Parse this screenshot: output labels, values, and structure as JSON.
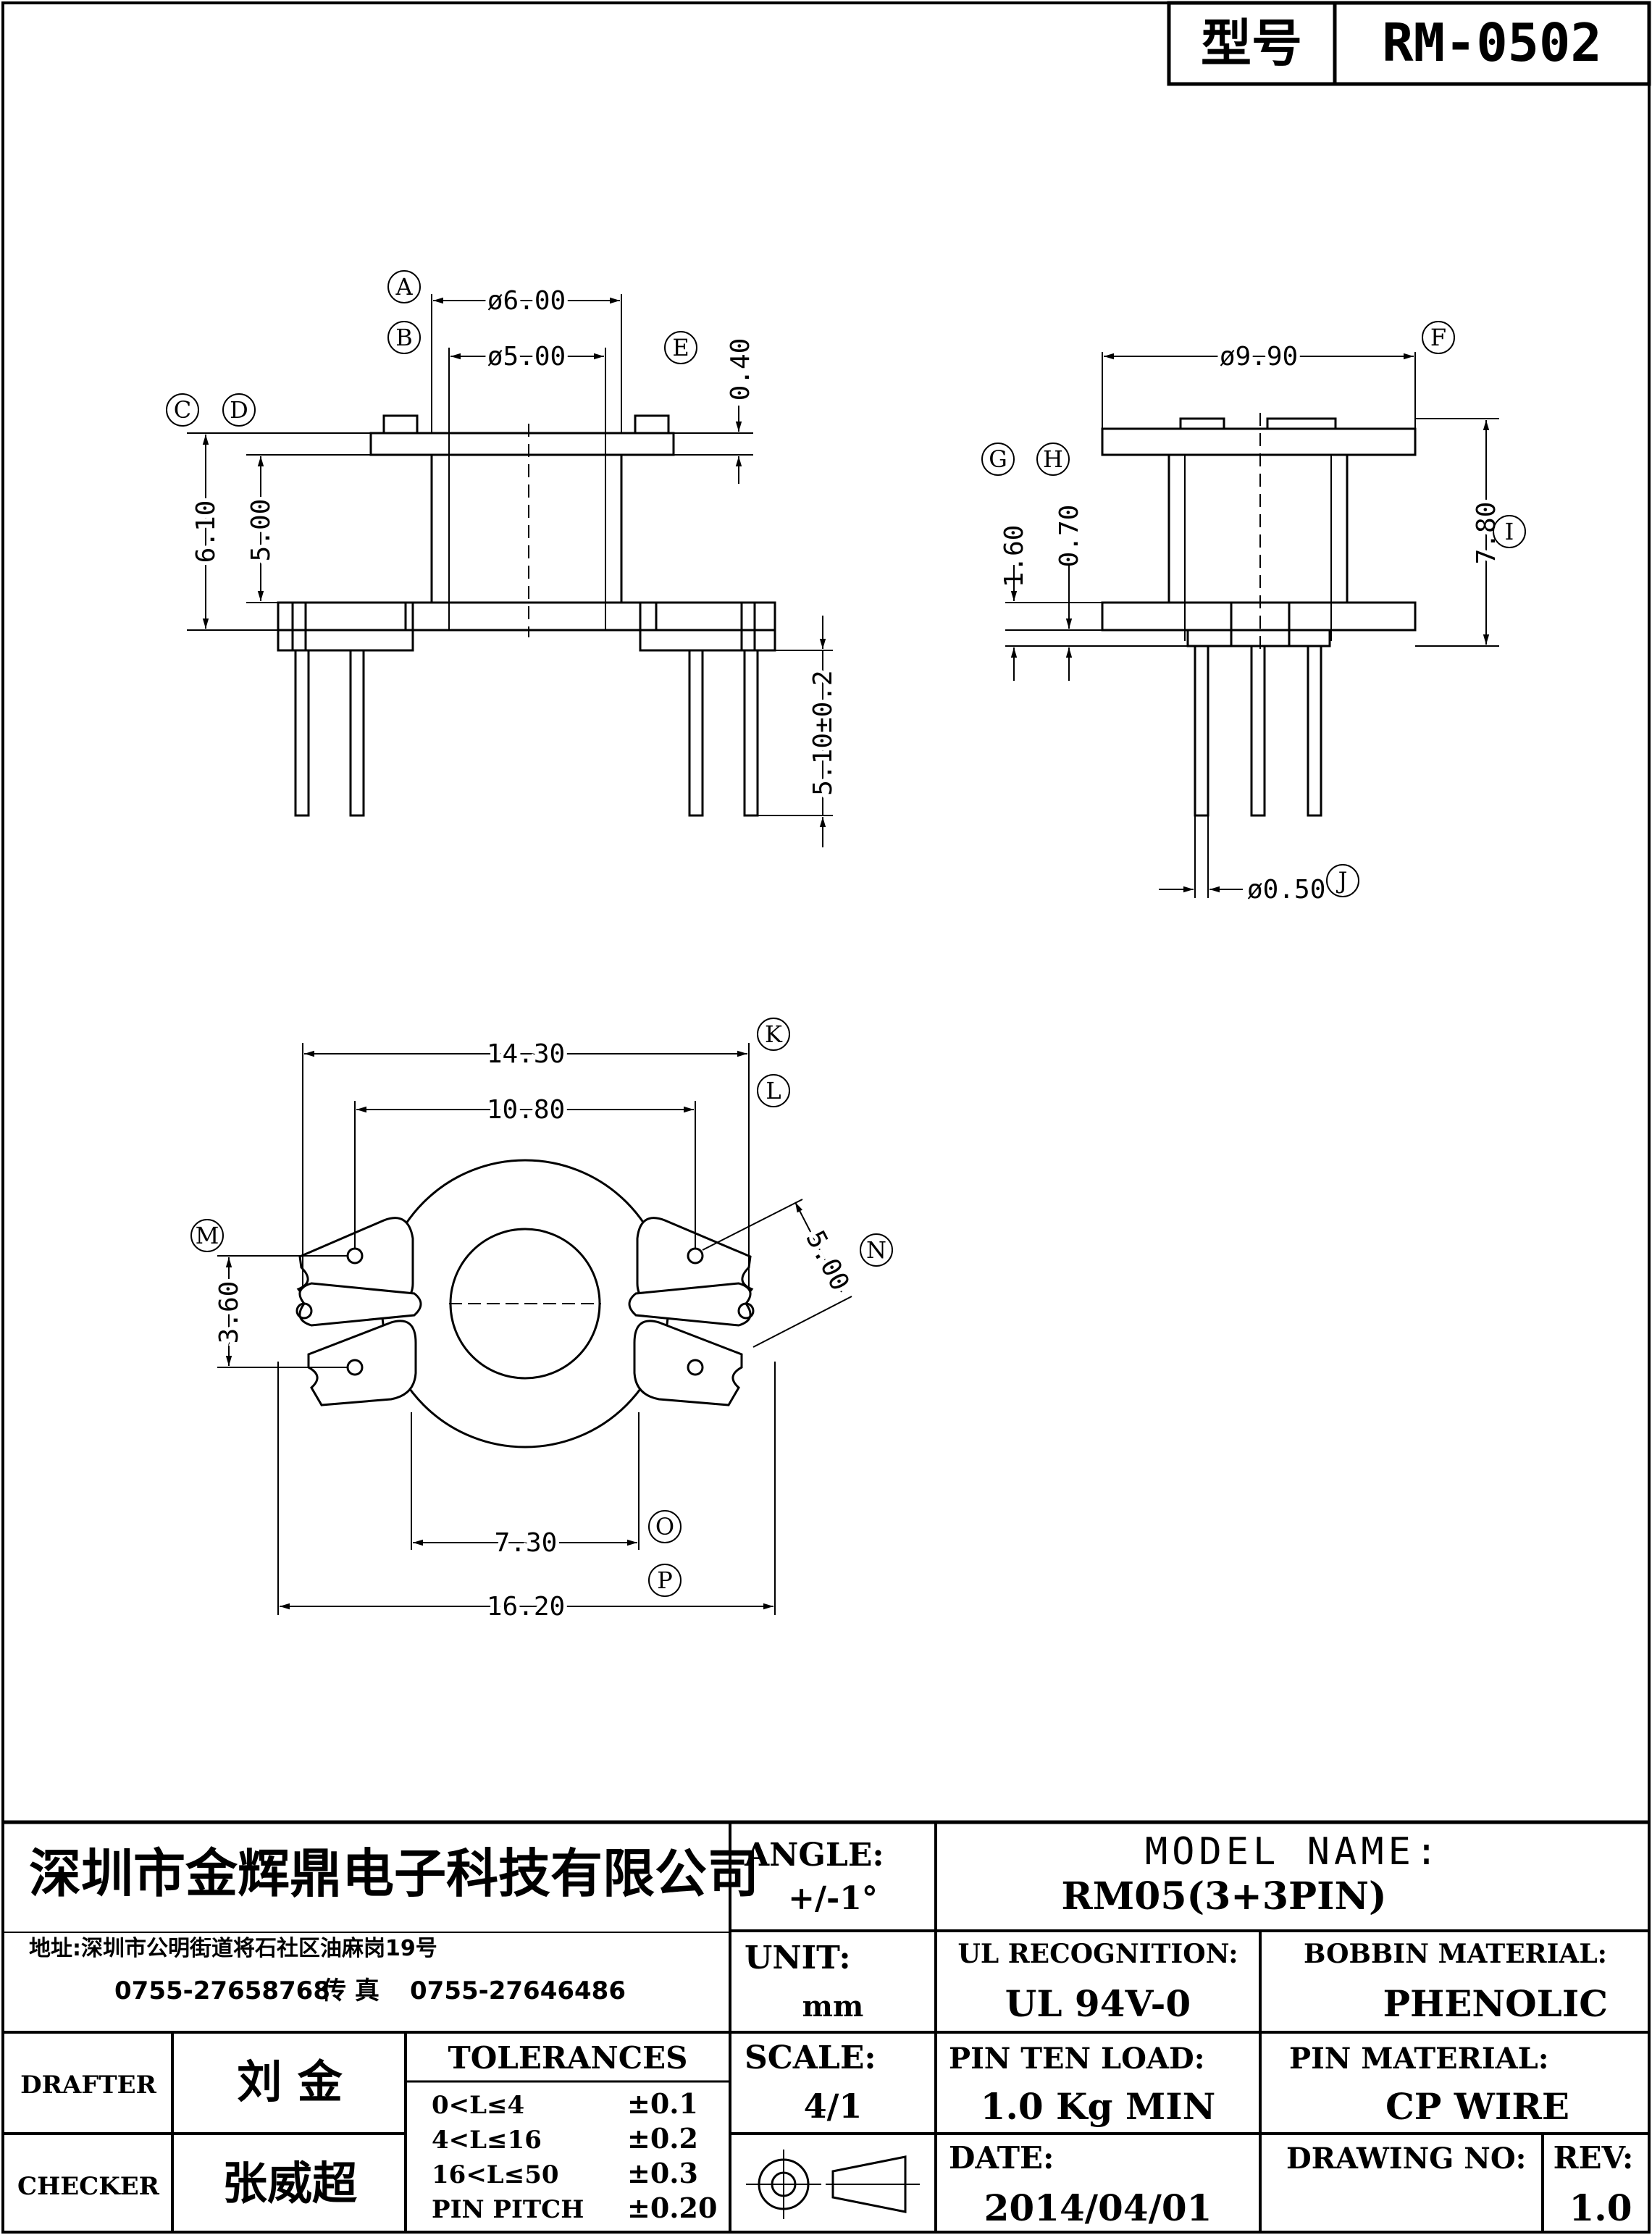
{
  "header": {
    "type_label": "型号",
    "model": "RM-0502"
  },
  "top_view": {
    "dim_A": "ø6.00",
    "dim_B": "ø5.00",
    "dim_E": "0.40",
    "dim_C": "6.10",
    "dim_D": "5.00",
    "dim_pin": "5.10±0.2",
    "labels": {
      "A": "A",
      "B": "B",
      "C": "C",
      "D": "D",
      "E": "E"
    }
  },
  "side_view": {
    "dim_F": "ø9.90",
    "dim_G": "1.60",
    "dim_H": "0.70",
    "dim_I": "7.80",
    "dim_J": "ø0.50",
    "labels": {
      "F": "F",
      "G": "G",
      "H": "H",
      "I": "I",
      "J": "J"
    }
  },
  "bottom_view": {
    "dim_K": "14.30",
    "dim_L": "10.80",
    "dim_M": "3.60",
    "dim_N": "5.00",
    "dim_O": "7.30",
    "dim_P": "16.20",
    "labels": {
      "K": "K",
      "L": "L",
      "M": "M",
      "N": "N",
      "O": "O",
      "P": "P"
    }
  },
  "title_block": {
    "company": "深圳市金辉鼎电子科技有限公司",
    "address": "地址:深圳市公明街道将石社区油麻岗19号",
    "phone": "0755-27658768",
    "fax_label": "传 真",
    "fax": "0755-27646486",
    "angle_label": "ANGLE:",
    "angle_value": "+/-1°",
    "model_name_label": "MODEL NAME:",
    "model_name": "RM05(3+3PIN)",
    "unit_label": "UNIT:",
    "unit_value": "mm",
    "ul_label": "UL RECOGNITION:",
    "ul_value": "UL 94V-0",
    "bobbin_label": "BOBBIN MATERIAL:",
    "bobbin_value": "PHENOLIC",
    "drafter_label": "DRAFTER",
    "drafter": "刘 金",
    "checker_label": "CHECKER",
    "checker": "张威超",
    "tolerances_label": "TOLERANCES",
    "tolerances": [
      {
        "range": "0<L≤4",
        "value": "±0.1"
      },
      {
        "range": "4<L≤16",
        "value": "±0.2"
      },
      {
        "range": "16<L≤50",
        "value": "±0.3"
      },
      {
        "range": "PIN PITCH",
        "value": "±0.20"
      }
    ],
    "scale_label": "SCALE:",
    "scale_value": "4/1",
    "pin_load_label": "PIN TEN LOAD:",
    "pin_load_value": "1.0 Kg MIN",
    "pin_material_label": "PIN MATERIAL:",
    "pin_material_value": "CP WIRE",
    "date_label": "DATE:",
    "date_value": "2014/04/01",
    "drawing_no_label": "DRAWING NO:",
    "drawing_no_value": "",
    "rev_label": "REV:",
    "rev_value": "1.0"
  }
}
